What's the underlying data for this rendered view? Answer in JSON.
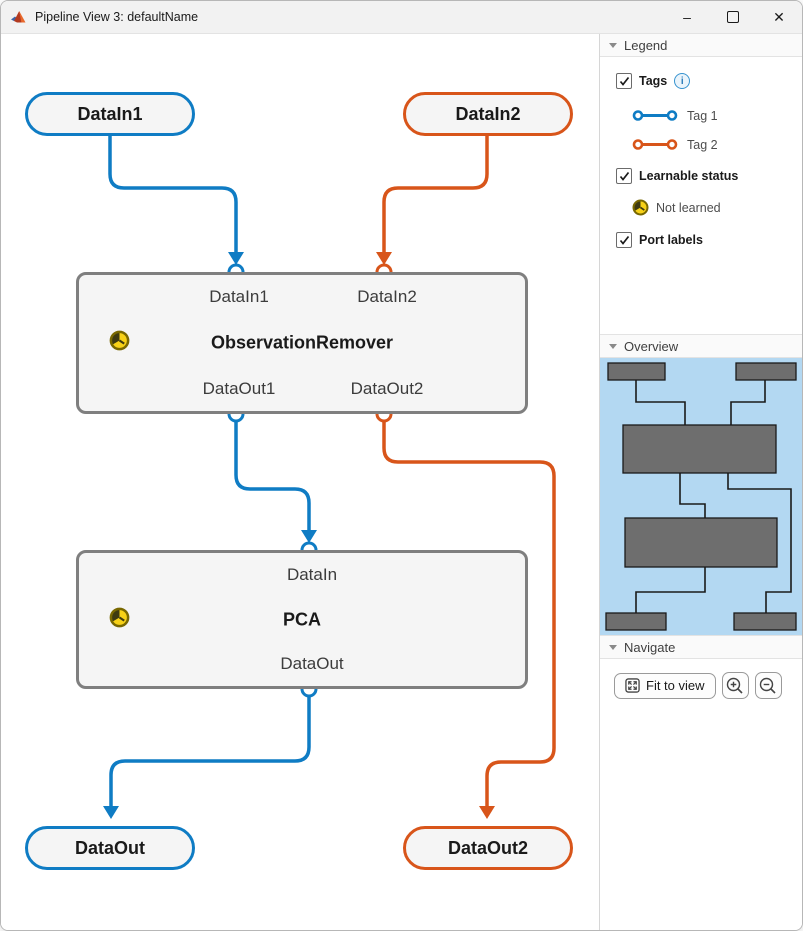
{
  "window": {
    "title": "Pipeline View 3: defaultName",
    "minimize_glyph": "–",
    "close_glyph": "✕"
  },
  "colors": {
    "blue": "#0f7cc4",
    "orange": "#d8551a",
    "minimap_bg": "#b3d8f2",
    "minimap_node": "#6e6e6e",
    "clock_face": "#f7d117",
    "clock_rim": "#796800"
  },
  "legend": {
    "header": "Legend",
    "tags_label": "Tags",
    "info_glyph": "i",
    "tag1_label": "Tag 1",
    "tag2_label": "Tag 2",
    "learnable_label": "Learnable status",
    "not_learned_label": "Not learned",
    "port_labels_label": "Port labels"
  },
  "overview": {
    "header": "Overview"
  },
  "navigate": {
    "header": "Navigate",
    "fit_label": "Fit to view",
    "zoom_in_glyph": "+",
    "zoom_out_glyph": "−"
  },
  "pipeline": {
    "sources": [
      {
        "name": "DataIn1",
        "tag": "Tag 1"
      },
      {
        "name": "DataIn2",
        "tag": "Tag 2"
      }
    ],
    "blocks": [
      {
        "name": "ObservationRemover",
        "status": "Not learned",
        "inputs": [
          "DataIn1",
          "DataIn2"
        ],
        "outputs": [
          "DataOut1",
          "DataOut2"
        ]
      },
      {
        "name": "PCA",
        "status": "Not learned",
        "inputs": [
          "DataIn"
        ],
        "outputs": [
          "DataOut"
        ]
      }
    ],
    "sinks": [
      {
        "name": "DataOut",
        "tag": "Tag 1"
      },
      {
        "name": "DataOut2",
        "tag": "Tag 2"
      }
    ]
  }
}
